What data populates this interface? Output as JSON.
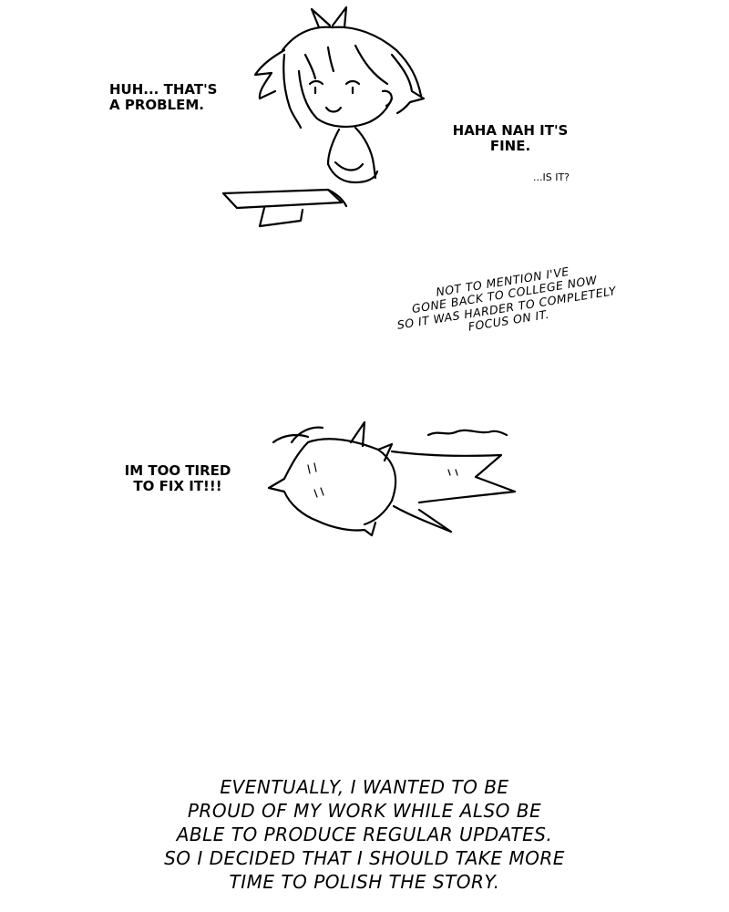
{
  "panel1": {
    "speech_left": "HUH... THAT'S\nA PROBLEM.",
    "speech_right": "HAHA NAH IT'S\nFINE.",
    "aside": "...IS IT?"
  },
  "panel2": {
    "narration": "NOT TO MENTION I'VE\nGONE BACK TO COLLEGE NOW\nSO IT WAS HARDER TO COMPLETELY\nFOCUS ON IT."
  },
  "panel3": {
    "speech": "IM TOO TIRED\nTO FIX IT!!!"
  },
  "panel4": {
    "narration": "EVENTUALLY, I WANTED TO BE\nPROUD OF MY WORK WHILE ALSO BE\nABLE TO PRODUCE REGULAR UPDATES.\nSO I DECIDED THAT I SHOULD TAKE MORE\nTIME TO POLISH THE STORY."
  }
}
